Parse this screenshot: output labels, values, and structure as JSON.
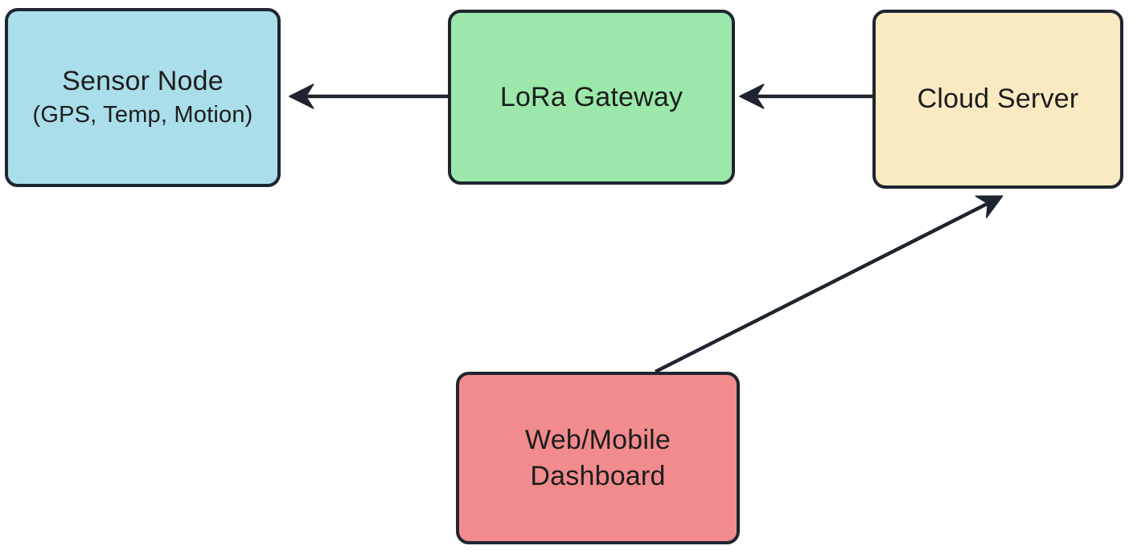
{
  "diagram": {
    "background_color": "#ffffff",
    "stroke_color": "#1f2530",
    "text_color": "#1d1d1d",
    "nodes": {
      "sensor": {
        "title": "Sensor Node",
        "subtitle": "(GPS, Temp, Motion)",
        "fill": "#a9deea"
      },
      "gateway": {
        "title": "LoRa Gateway",
        "fill": "#9be8aa"
      },
      "cloud": {
        "title": "Cloud Server",
        "fill": "#faeac2"
      },
      "dashboard": {
        "title": "Web/Mobile Dashboard",
        "fill": "#f28b8d"
      }
    },
    "edges": [
      {
        "from": "LoRa Gateway",
        "to": "Sensor Node",
        "direction": "left"
      },
      {
        "from": "Cloud Server",
        "to": "LoRa Gateway",
        "direction": "left"
      },
      {
        "from": "Web/Mobile Dashboard",
        "to": "Cloud Server",
        "direction": "up-right"
      }
    ]
  }
}
